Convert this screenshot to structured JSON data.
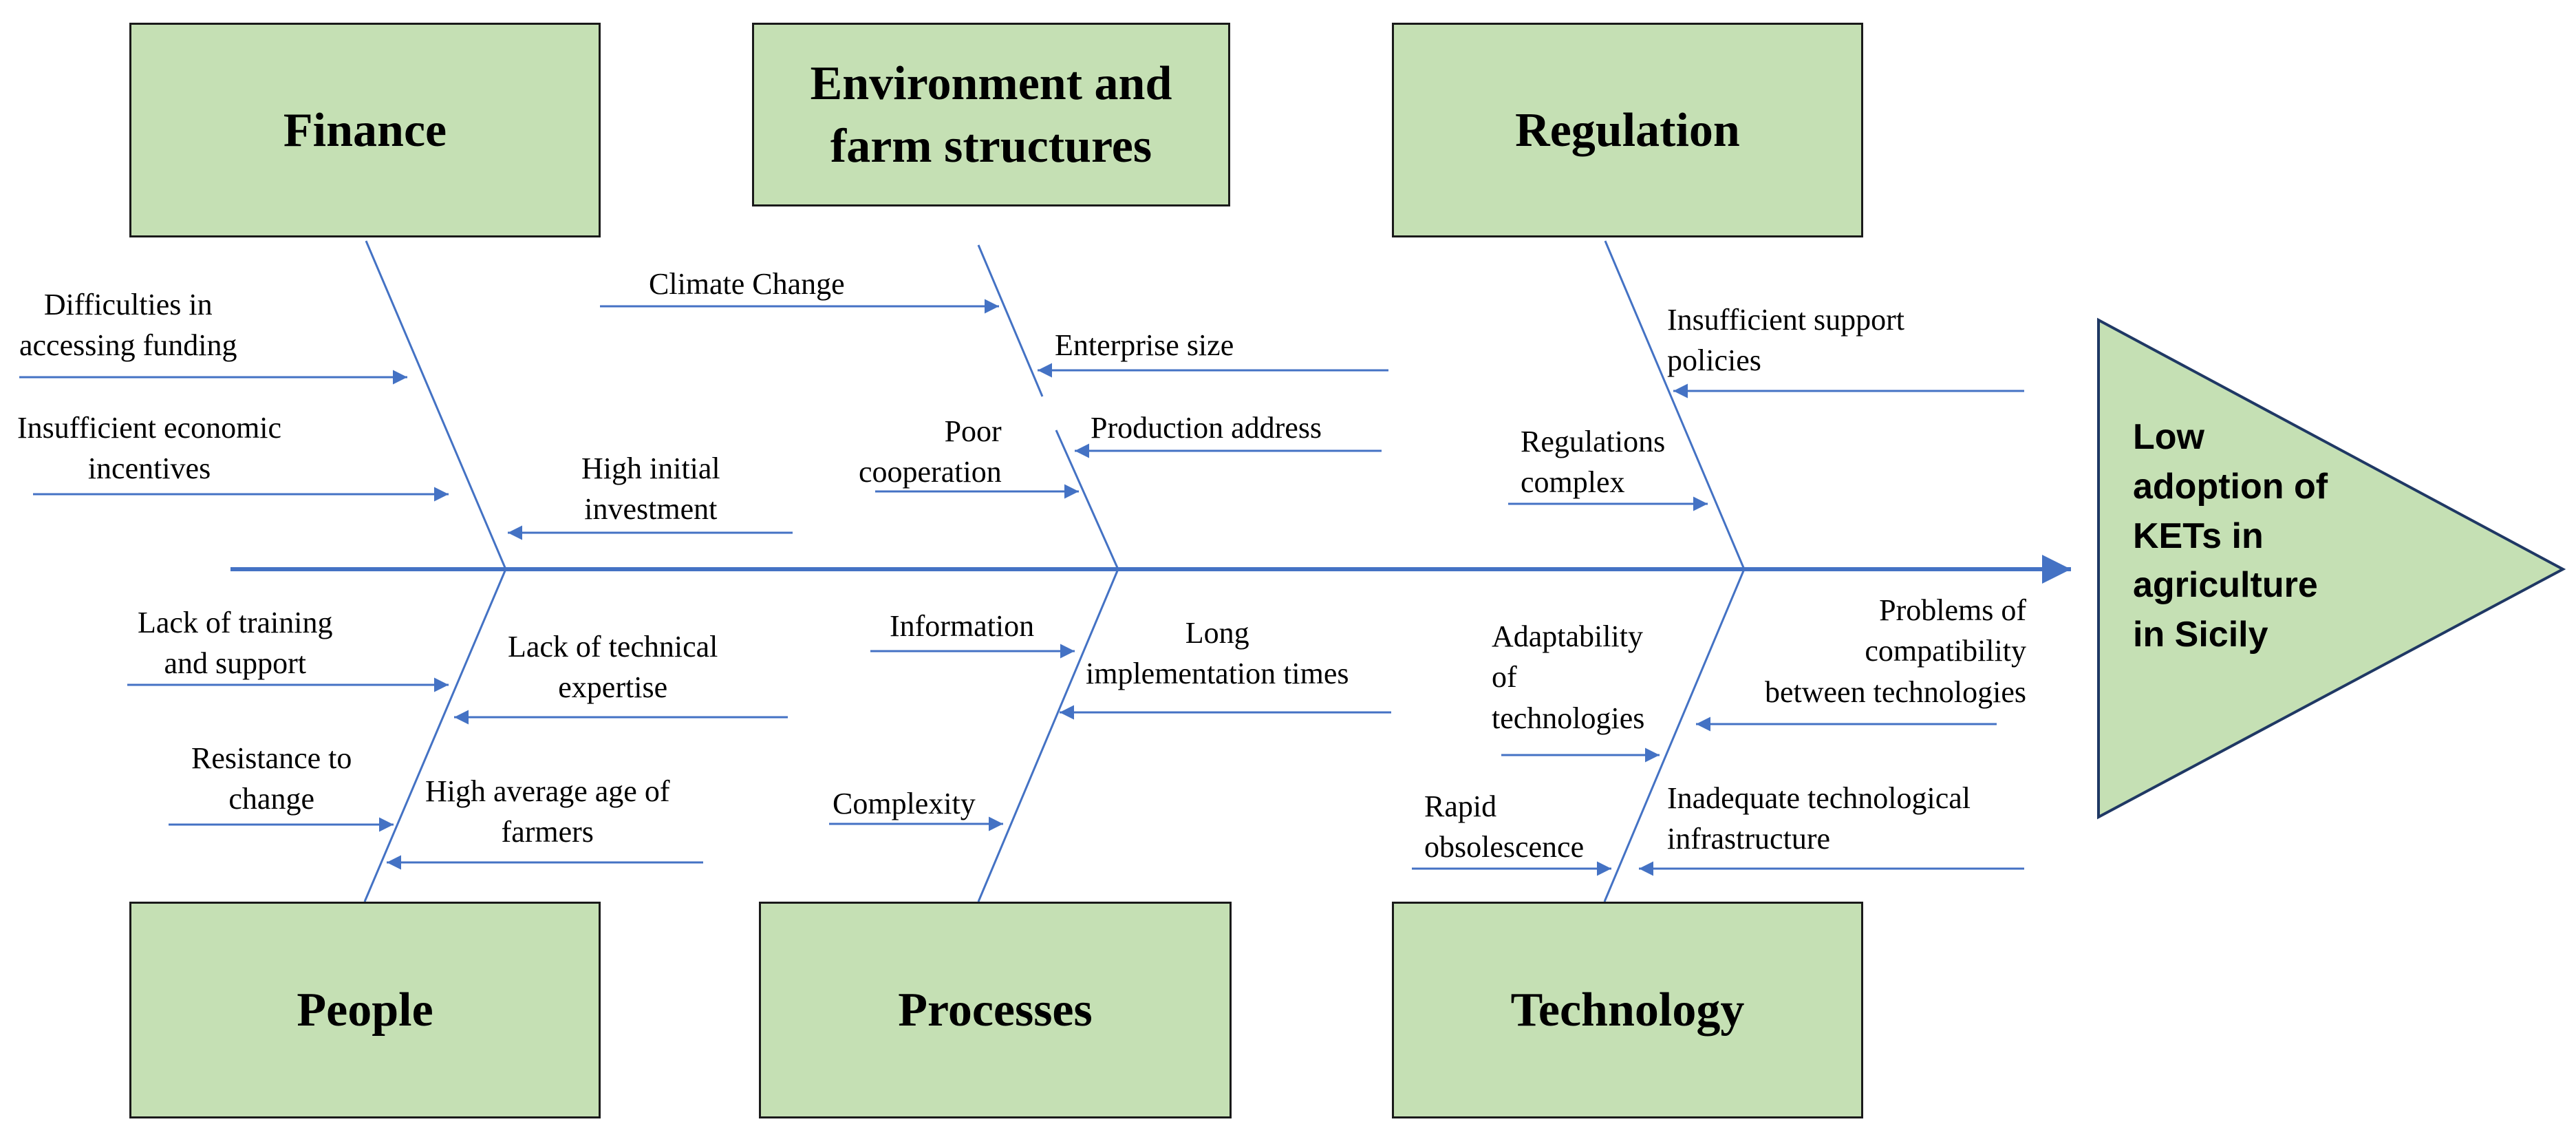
{
  "categories": {
    "finance": "Finance",
    "environment_line1": "Environment and",
    "environment_line2": "farm structures",
    "regulation": "Regulation",
    "people": "People",
    "processes": "Processes",
    "technology": "Technology"
  },
  "effect": {
    "line1": "Low",
    "line2": "adoption of",
    "line3": "KETs in",
    "line4": "agriculture",
    "line5": "in Sicily"
  },
  "causes": {
    "finance": [
      [
        "Difficulties in",
        "accessing funding"
      ],
      [
        "Insufficient economic",
        "incentives"
      ],
      [
        "High initial",
        "investment"
      ]
    ],
    "environment": [
      [
        "Climate Change"
      ],
      [
        "Enterprise size"
      ],
      [
        "Poor",
        "cooperation"
      ],
      [
        "Production address"
      ]
    ],
    "regulation": [
      [
        "Insufficient support",
        "policies"
      ],
      [
        "Regulations",
        "complex"
      ]
    ],
    "people": [
      [
        "Lack of training",
        "and support"
      ],
      [
        "Lack of technical",
        "expertise"
      ],
      [
        "Resistance to",
        "change"
      ],
      [
        "High average age of",
        "farmers"
      ]
    ],
    "processes": [
      [
        "Information"
      ],
      [
        "Long",
        "implementation times"
      ],
      [
        "Complexity"
      ]
    ],
    "technology": [
      [
        "Adaptability",
        "of",
        "technologies"
      ],
      [
        "Problems of",
        "compatibility",
        "between technologies"
      ],
      [
        "Rapid",
        "obsolescence"
      ],
      [
        "Inadequate technological",
        "infrastructure"
      ]
    ]
  },
  "colors": {
    "box_fill": "#c5e0b4",
    "line": "#4472c4",
    "border": "#1a1a1a"
  }
}
